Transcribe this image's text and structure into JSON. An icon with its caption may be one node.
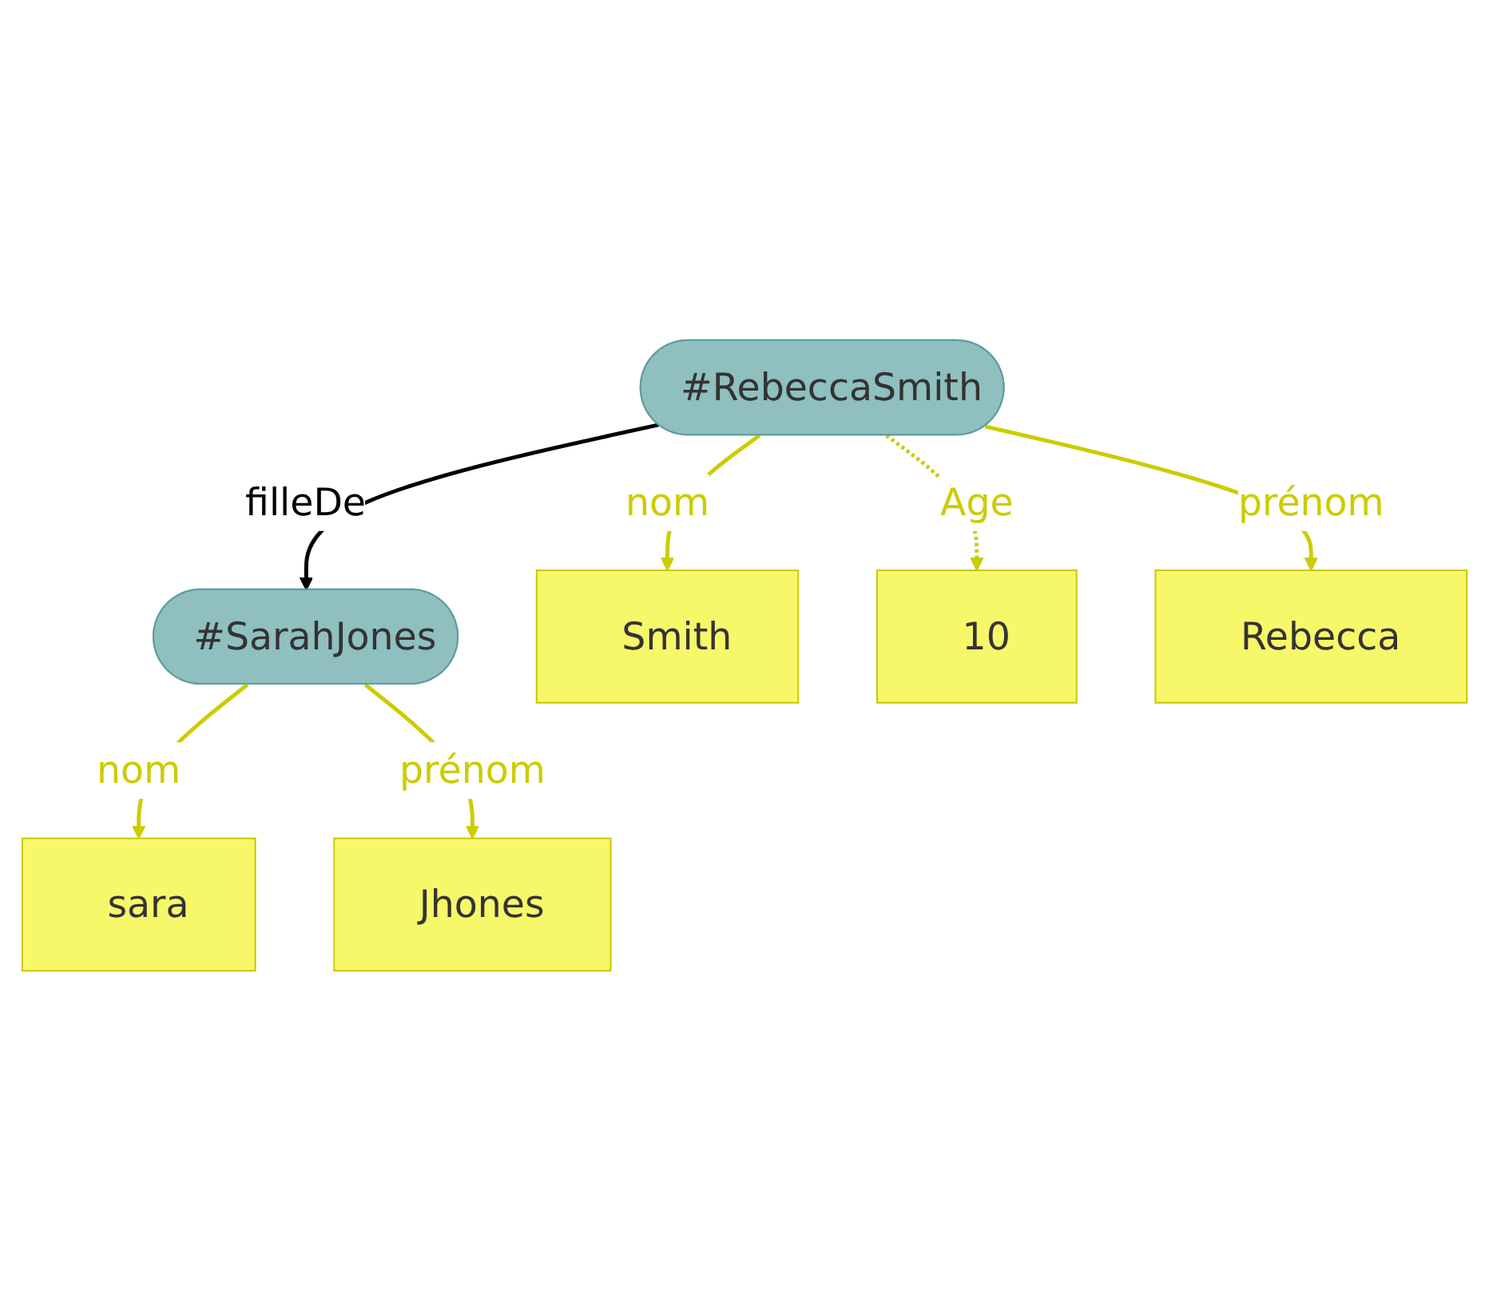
{
  "diagram": {
    "nodes": [
      {
        "text": [
          "#SarahJones"
        ]
      },
      {
        "text": [
          "sara"
        ]
      },
      {
        "text": [
          "Jhones"
        ]
      },
      {
        "text": [
          "#RebeccaSmith"
        ]
      },
      {
        "text": [
          "Smith"
        ]
      },
      {
        "text": [
          "10"
        ]
      },
      {
        "text": [
          "Rebecca"
        ]
      }
    ],
    "edges": [
      {
        "from": 0,
        "to": 1,
        "arrow": "to",
        "label": "nom"
      },
      {
        "from": 0,
        "to": 2,
        "arrow": "to",
        "label": "prénom"
      },
      {
        "from": 3,
        "to": 0,
        "arrow": "to",
        "label": "filleDe",
        "color": "#000000"
      },
      {
        "from": 3,
        "to": 4,
        "arrow": "to",
        "label": "nom"
      },
      {
        "from": 3,
        "to": 5,
        "arrow": "to",
        "label": "Age",
        "style": "dashed"
      },
      {
        "from": 3,
        "to": 6,
        "arrow": "to",
        "label": "prénom"
      }
    ]
  }
}
